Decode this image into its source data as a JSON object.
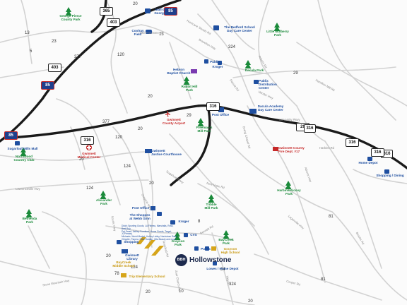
{
  "interstates": [
    {
      "id": "i85-top",
      "label": "85"
    },
    {
      "id": "i85-left",
      "label": "85"
    },
    {
      "id": "i85-mid",
      "label": "85"
    }
  ],
  "us_routes": [
    {
      "id": "us29",
      "label": "29"
    },
    {
      "id": "us316-a",
      "label": "316"
    },
    {
      "id": "us316-b",
      "label": "316"
    }
  ],
  "state_routes": [
    {
      "id": "sr365",
      "label": "365"
    },
    {
      "id": "sr403-top",
      "label": "403"
    },
    {
      "id": "sr403-mid",
      "label": "403"
    },
    {
      "id": "sr316-c",
      "label": "316"
    },
    {
      "id": "sr316-d",
      "label": "316"
    },
    {
      "id": "sr316-e",
      "label": "316"
    },
    {
      "id": "sr316-f",
      "label": "316"
    }
  ],
  "route_numbers": [
    {
      "id": "n20a",
      "label": "20"
    },
    {
      "id": "n13",
      "label": "13"
    },
    {
      "id": "n23",
      "label": "23"
    },
    {
      "id": "n5a",
      "label": "5"
    },
    {
      "id": "n377a",
      "label": "377"
    },
    {
      "id": "n120a",
      "label": "120"
    },
    {
      "id": "n377b",
      "label": "377"
    },
    {
      "id": "n120b",
      "label": "120"
    },
    {
      "id": "n13b",
      "label": "13"
    },
    {
      "id": "n20b",
      "label": "20"
    },
    {
      "id": "n324a",
      "label": "324"
    },
    {
      "id": "n29a",
      "label": "29"
    },
    {
      "id": "n20c",
      "label": "20"
    },
    {
      "id": "n29b",
      "label": "29"
    },
    {
      "id": "n20d",
      "label": "20"
    },
    {
      "id": "n124a",
      "label": "124"
    },
    {
      "id": "n20e",
      "label": "20"
    },
    {
      "id": "n124b",
      "label": "124"
    },
    {
      "id": "n8",
      "label": "8"
    },
    {
      "id": "n81",
      "label": "81"
    },
    {
      "id": "n20f",
      "label": "20"
    },
    {
      "id": "n84",
      "label": "84"
    },
    {
      "id": "n78",
      "label": "78"
    },
    {
      "id": "n124c",
      "label": "124"
    },
    {
      "id": "n10",
      "label": "10"
    },
    {
      "id": "n20g",
      "label": "20"
    },
    {
      "id": "n324b",
      "label": "324"
    },
    {
      "id": "n20h",
      "label": "20"
    },
    {
      "id": "n81b",
      "label": "81"
    }
  ],
  "road_names": [
    {
      "id": "old-peachtree",
      "label": "Old Peachtree Rd"
    },
    {
      "id": "hurricane-shoals",
      "label": "Hurricane Shoals Rd"
    },
    {
      "id": "braselton",
      "label": "Braselton Hwy"
    },
    {
      "id": "auburn",
      "label": "Auburn Rd"
    },
    {
      "id": "hamilton-mill",
      "label": "Hamilton Mill Rd"
    },
    {
      "id": "dacula-rd",
      "label": "Dacula Rd"
    },
    {
      "id": "winder-hwy",
      "label": "Winder Hwy"
    },
    {
      "id": "university-pkwy",
      "label": "University Pkwy"
    },
    {
      "id": "harbins-rd",
      "label": "Harbins Rd"
    },
    {
      "id": "ewing-chapel",
      "label": "Ewing Chapel Rd"
    },
    {
      "id": "sugarloaf",
      "label": "Sugarloaf Pkwy"
    },
    {
      "id": "new-hope",
      "label": "New Hope Rd"
    },
    {
      "id": "lawrenceville-hwy",
      "label": "Lawrenceville Hwy"
    },
    {
      "id": "scenic-hwy",
      "label": "Scenic Hwy"
    },
    {
      "id": "grayson-hwy",
      "label": "Grayson Hwy"
    },
    {
      "id": "rosebud",
      "label": "Rosebud Rd"
    },
    {
      "id": "bennett-rd",
      "label": "Bennett Rd"
    },
    {
      "id": "loganville-hwy",
      "label": "Loganville Hwy"
    },
    {
      "id": "athens-hwy",
      "label": "Athens Hwy"
    },
    {
      "id": "stone-mtn-hwy",
      "label": "Stone Mountain Hwy"
    },
    {
      "id": "brooks-rd",
      "label": "Brooks Rd"
    },
    {
      "id": "zoar-church",
      "label": "Zoar Church Rd"
    },
    {
      "id": "cooper-rd",
      "label": "Cooper Rd"
    },
    {
      "id": "hwy-81",
      "label": "Hwy 81"
    }
  ],
  "parks": [
    {
      "id": "george-pierce",
      "label": "George Pierce\nCounty Park"
    },
    {
      "id": "little-mulberry",
      "label": "Little Mulberry\nPark"
    },
    {
      "id": "dacula-park",
      "label": "Dacula Park"
    },
    {
      "id": "rabbit-hill",
      "label": "Rabbit Hill\nPark"
    },
    {
      "id": "freemans-mill",
      "label": "Freeman's\nMill Park"
    },
    {
      "id": "northwood",
      "label": "Northwood\nCountry Club"
    },
    {
      "id": "alexander",
      "label": "Alexander\nPark"
    },
    {
      "id": "tribble-mill",
      "label": "Tribble\nMill Park"
    },
    {
      "id": "harbins-alcovy",
      "label": "Harbins/Alcovy\nPark"
    },
    {
      "id": "bethesda",
      "label": "Bethesda\nPark"
    },
    {
      "id": "grayson-park",
      "label": "Grayson\nPark"
    },
    {
      "id": "baycreek-park",
      "label": "BayCreek\nPark"
    }
  ],
  "places": [
    {
      "id": "mall-of-georgia",
      "label": "Mall of\nGeorgia"
    },
    {
      "id": "bedford-school",
      "label": "The Bedford School\nDay Care Center"
    },
    {
      "id": "coolray",
      "label": "Coolray\nField"
    },
    {
      "id": "publix-1",
      "label": "Publix"
    },
    {
      "id": "kroger-1",
      "label": "Kroger"
    },
    {
      "id": "hebron",
      "label": "Hebron\nBaptist Church"
    },
    {
      "id": "publix-dist",
      "label": "Publix\nDistribution\nCenter"
    },
    {
      "id": "dacula-academy",
      "label": "Dacula Academy\nDay Care Center"
    },
    {
      "id": "post-office-1",
      "label": "Post Office"
    },
    {
      "id": "sugarloaf-mills",
      "label": "Sugarloaf Mills Mall"
    },
    {
      "id": "gwinnett-justice",
      "label": "Gwinnett\nJustice Courthouse"
    },
    {
      "id": "home-depot-1",
      "label": "Home Depot"
    },
    {
      "id": "shopping-dining",
      "label": "Shopping / Dining"
    },
    {
      "id": "post-office-2",
      "label": "Post Office"
    },
    {
      "id": "shoppes-webb",
      "label": "The Shoppes\nat Webb Ginn"
    },
    {
      "id": "kroger-2",
      "label": "Kroger"
    },
    {
      "id": "shopping-2",
      "label": "Shopping"
    },
    {
      "id": "gwinnett-library",
      "label": "Gwinnett\nLibrary"
    },
    {
      "id": "cvs",
      "label": "CVS"
    },
    {
      "id": "publix-2",
      "label": "Publix"
    },
    {
      "id": "lowes",
      "label": "Lowes / Home Depot"
    }
  ],
  "medical": [
    {
      "id": "airport",
      "label": "Gwinnett\nCounty Airport"
    },
    {
      "id": "medical-center",
      "label": "Gwinnett\nMedical Center"
    },
    {
      "id": "fire-dept",
      "label": "Gwinnett County\nFire Dept. #17"
    }
  ],
  "schools": [
    {
      "id": "grayson-high",
      "label": "Grayson\nHigh School"
    },
    {
      "id": "baycreek-middle",
      "label": "BayCreek\nMiddle School"
    },
    {
      "id": "trip-elementary",
      "label": "Trip Elementary School"
    }
  ],
  "shoppes_list": "Dick's Sporting Goods, LA Fitness, Marshalls, Ross, Best Buy,\nPet Smart, Ashley Furniture, Home Goods, Target, JCPenney,\nMichaels, World Market, Hobby Lobby, Nordstrom Rack,\nChipotle, Panera, Olive Garden, Ulta Beauty and more",
  "brand": {
    "mark": "BBH",
    "name": "Hollowstone"
  },
  "colors": {
    "highway": "#1a1a1a",
    "road": "#cfcfcf",
    "park": "#1a8a3a",
    "poi": "#1f4fa0",
    "medical": "#c62828",
    "school": "#d6a51a",
    "brand": "#1d2a4d"
  }
}
